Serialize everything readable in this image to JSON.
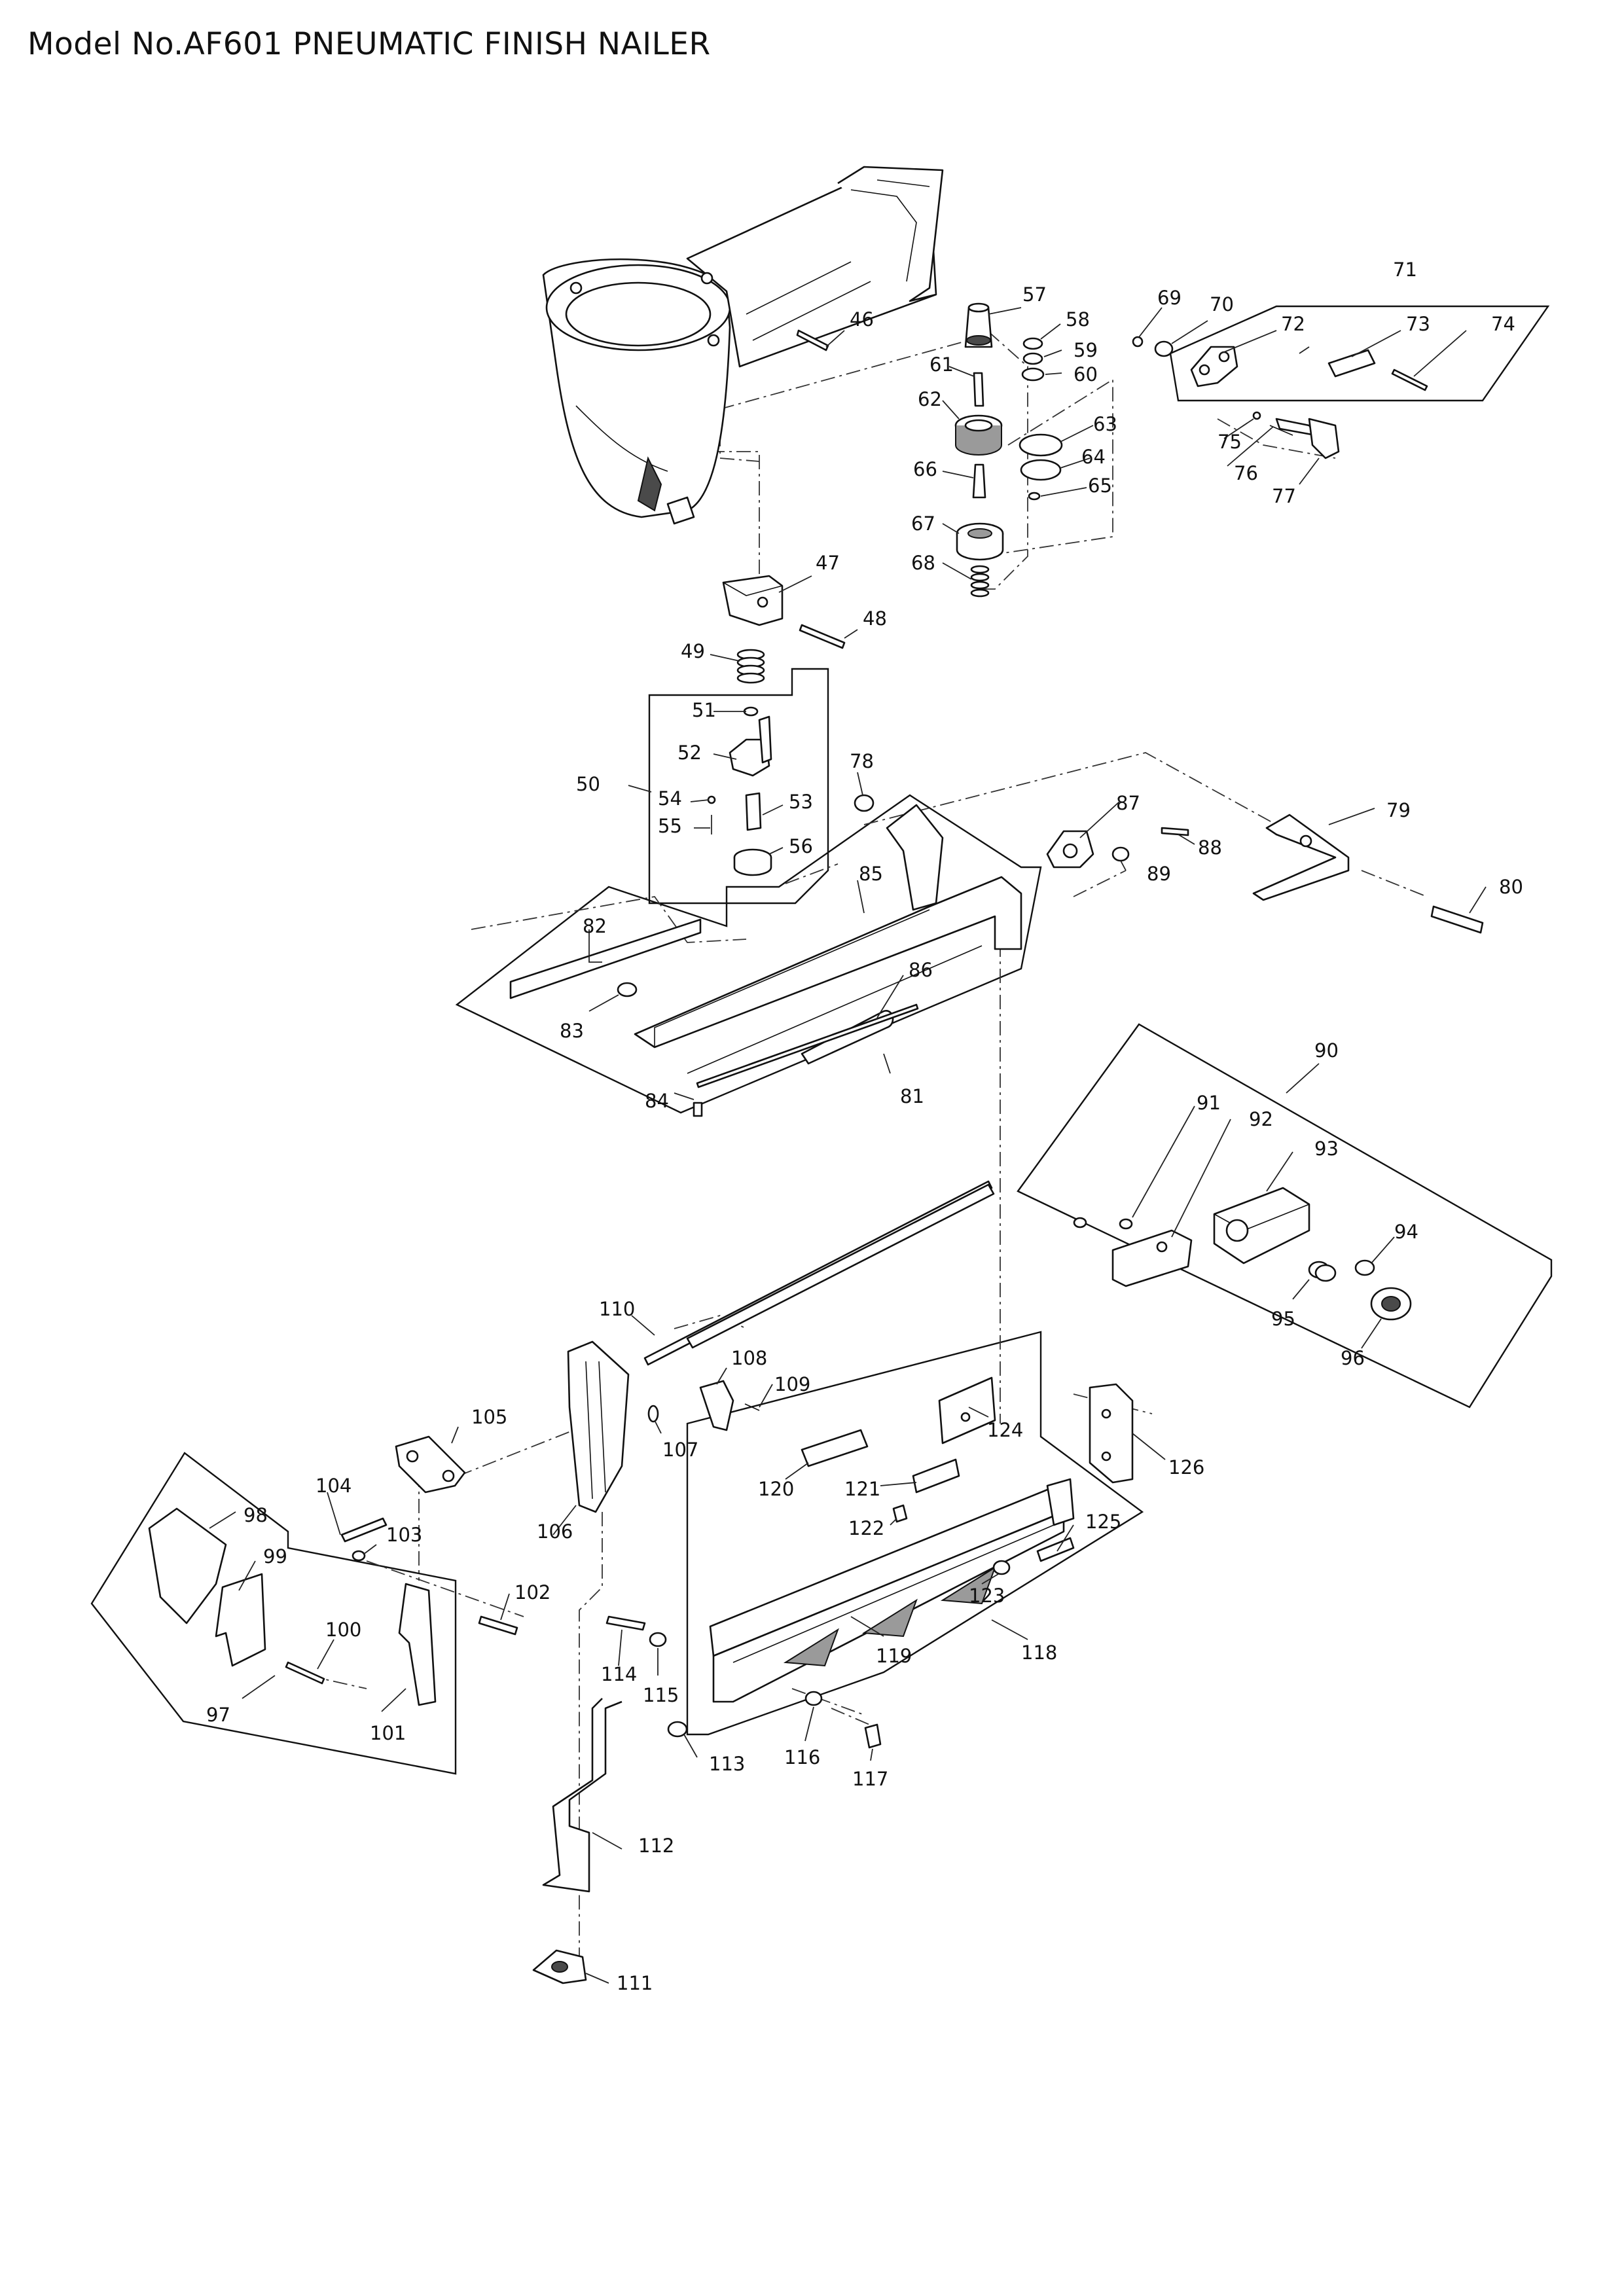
{
  "title": "Model No.AF601 PNEUMATIC FINISH NAILER",
  "labels": {
    "46": "46",
    "47": "47",
    "48": "48",
    "49": "49",
    "50": "50",
    "51": "51",
    "52": "52",
    "53": "53",
    "54": "54",
    "55": "55",
    "56": "56",
    "57": "57",
    "58": "58",
    "59": "59",
    "60": "60",
    "61": "61",
    "62": "62",
    "63": "63",
    "64": "64",
    "65": "65",
    "66": "66",
    "67": "67",
    "68": "68",
    "69": "69",
    "70": "70",
    "71": "71",
    "72": "72",
    "73": "73",
    "74": "74",
    "75": "75",
    "76": "76",
    "77": "77",
    "78": "78",
    "79": "79",
    "80": "80",
    "81": "81",
    "82": "82",
    "83": "83",
    "84": "84",
    "85": "85",
    "86": "86",
    "87": "87",
    "88": "88",
    "89": "89",
    "90": "90",
    "91": "91",
    "92": "92",
    "93": "93",
    "94": "94",
    "95": "95",
    "96": "96",
    "97": "97",
    "98": "98",
    "99": "99",
    "100": "100",
    "101": "101",
    "102": "102",
    "103": "103",
    "104": "104",
    "105": "105",
    "106": "106",
    "107": "107",
    "108": "108",
    "109": "109",
    "110": "110",
    "111": "111",
    "112": "112",
    "113": "113",
    "114": "114",
    "115": "115",
    "116": "116",
    "117": "117",
    "118": "118",
    "119": "119",
    "120": "120",
    "121": "121",
    "122": "122",
    "123": "123",
    "124": "124",
    "125": "125",
    "126": "126"
  }
}
